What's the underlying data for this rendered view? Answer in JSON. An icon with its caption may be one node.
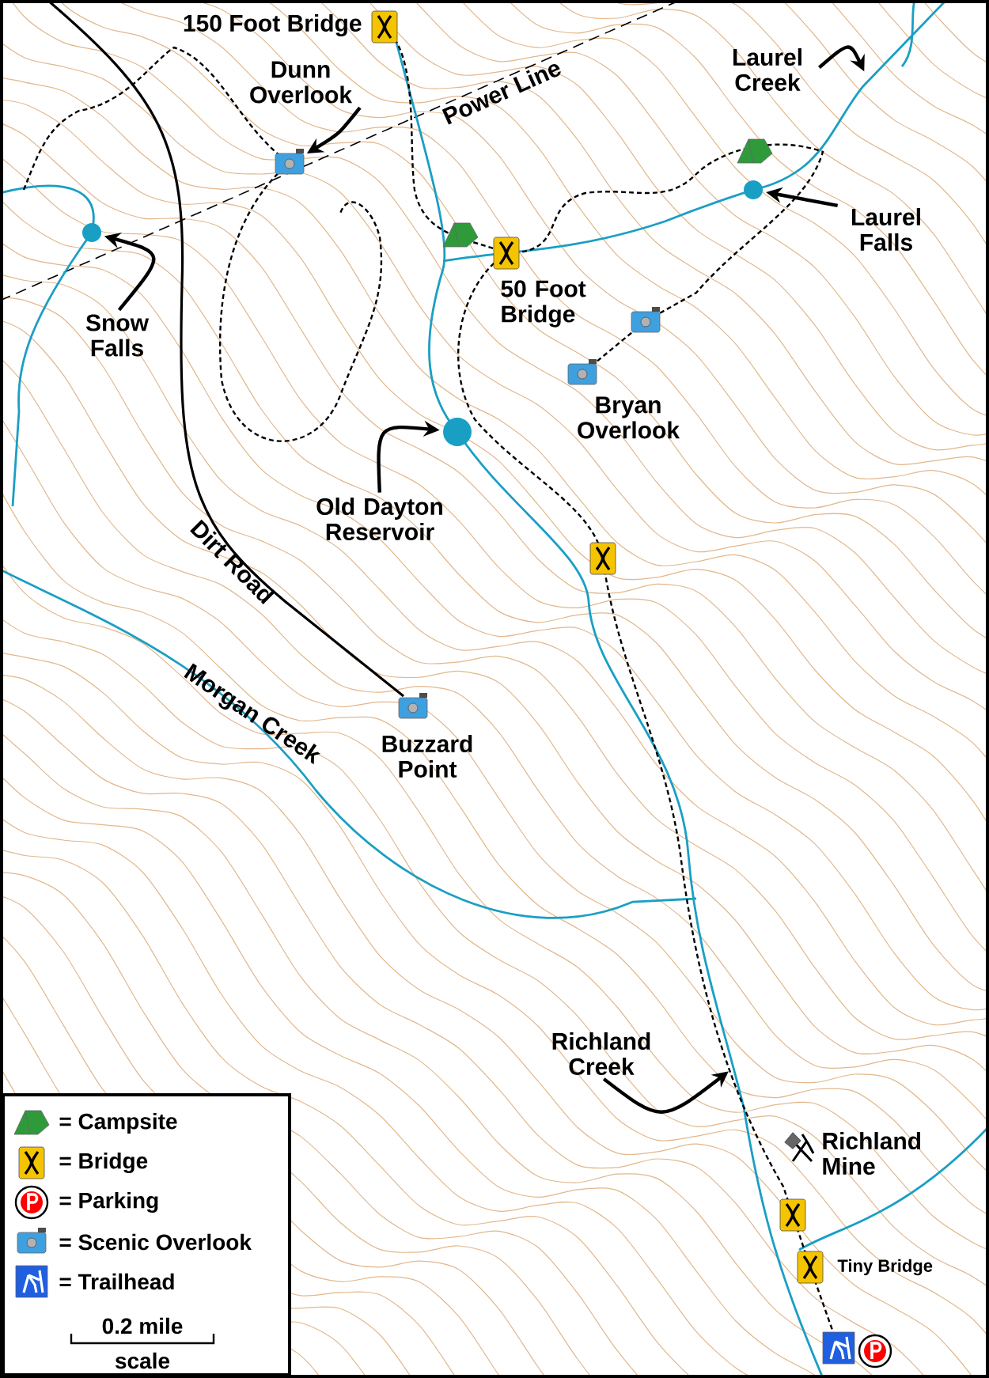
{
  "diagram": {
    "nodes": [
      {
        "text": [
          "Dunn Overlook"
        ]
      },
      {
        "text": [],
        "shape": "picture"
      },
      {
        "text": [
          "Snow Falls"
        ]
      },
      {
        "text": [],
        "shape": "circle"
      },
      {
        "text": [
          "Old Dayton Reservoir"
        ]
      },
      {
        "text": [],
        "shape": "circle"
      },
      {
        "text": [
          "Laurel Creek"
        ]
      },
      {
        "text": [
          "Laurel Falls"
        ]
      },
      {
        "text": [],
        "shape": "circle"
      },
      {
        "text": [
          "Richland Creek"
        ]
      }
    ],
    "edges": [
      {
        "from": 0,
        "to": 1,
        "arrow": "to"
      },
      {
        "from": 2,
        "to": 3,
        "arrow": "to"
      },
      {
        "from": 4,
        "to": 5,
        "arrow": "to"
      },
      {
        "from": 6,
        "to": null,
        "arrow": "to"
      },
      {
        "from": 7,
        "to": 8,
        "arrow": "to"
      },
      {
        "from": 9,
        "to": null,
        "arrow": "to"
      }
    ],
    "labels": [
      "150 Foot Bridge",
      "Power Line",
      "50 Foot Bridge",
      "Bryan Overlook",
      "Dirt Road",
      "Buzzard Point",
      "Morgan Creek",
      "Richland Mine",
      "Tiny Bridge",
      "0.2 mile",
      "scale"
    ],
    "legend": [
      {
        "text": "= Campsite"
      },
      {
        "text": "= Bridge"
      },
      {
        "text": "= Parking"
      },
      {
        "text": "= Scenic Overlook"
      },
      {
        "text": "= Trailhead"
      }
    ]
  }
}
